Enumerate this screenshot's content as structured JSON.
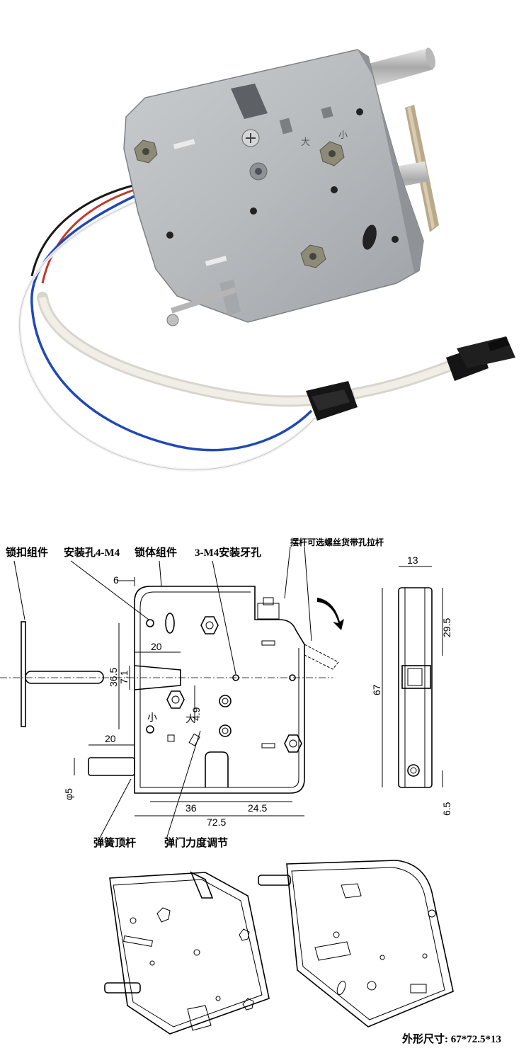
{
  "photo": {
    "plate_marks": [
      "小",
      "大"
    ]
  },
  "drawing": {
    "labels": {
      "lock_buckle": "锁扣组件",
      "mount_holes": "安装孔4-M4",
      "lock_body": "锁体组件",
      "tapped_holes": "3-M4安装牙孔",
      "lever_note": "摆杆可选螺丝货带孔拉杆",
      "spring_rod": "弹簧顶杆",
      "spring_adjust": "弹门力度调节"
    },
    "plate_marks": [
      "小",
      "大"
    ],
    "dimensions": {
      "d_6": "6",
      "d_20_top": "20",
      "d_36_5": "36.5",
      "d_7_1": "7.1",
      "d_4_9": "4.9",
      "d_20_left": "20",
      "d_phi5": "φ5",
      "d_36": "36",
      "d_24_5": "24.5",
      "d_72_5": "72.5",
      "d_13": "13",
      "d_29_5": "29.5",
      "d_67": "67",
      "d_6_5": "6.5"
    },
    "overall_size": "外形尺寸: 67*72.5*13"
  }
}
